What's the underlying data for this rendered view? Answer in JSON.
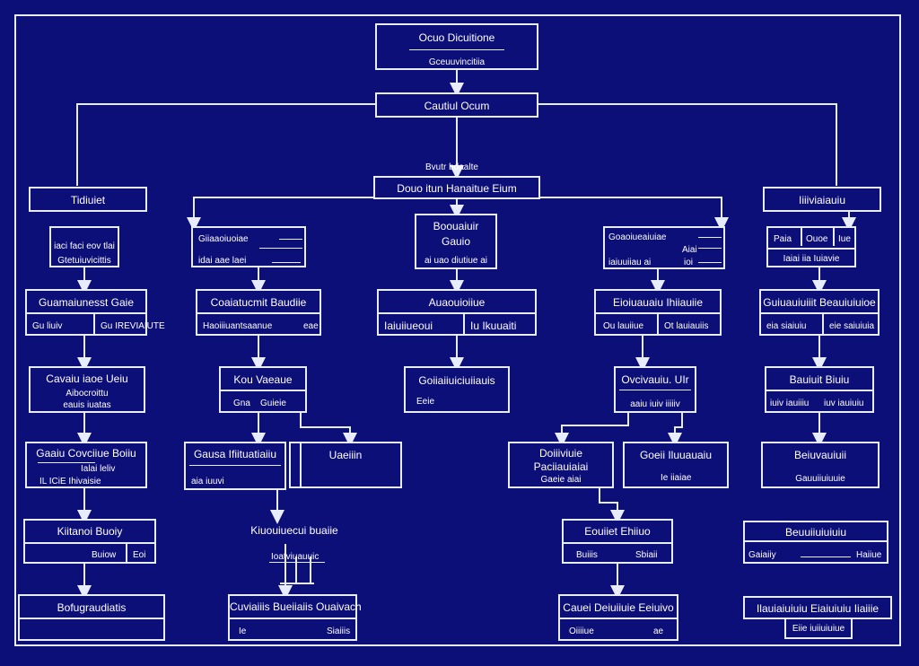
{
  "colors": {
    "background": "#0d0f78",
    "line": "#e8ecff"
  },
  "top": {
    "title": "Ocuo Dicuitione",
    "subtitle": "Gceuuvincitiia"
  },
  "central": {
    "label": "Cautiul Ocum"
  },
  "hub": {
    "small_label": "Bvutr bdaalte",
    "label": "Douo itun Hanaitue Eium"
  },
  "col1": {
    "head": "Tidiuiet",
    "a": {
      "l1": "iaci faci eov tlai",
      "l2": "Gtetuiuvicittis"
    },
    "b": {
      "title": "Guamaiunesst Gaie",
      "left": "Gu liuiv",
      "right": "Gu IREVIAIUTE"
    },
    "c": {
      "title": "Cavaiu iaoe Ueiu",
      "l2": "Aibocroittu",
      "l3": "eauis iuatas"
    },
    "d": {
      "title": "Gaaiu Covciiue Boiiu",
      "l2": "Ialai leliv",
      "l3": "IL ICiE Ihivaisie"
    },
    "e": {
      "title": "Kiitanoi Buoiy",
      "left": "Buiow",
      "right": "Eoi"
    },
    "f": {
      "title": "Bofugraudiatis"
    }
  },
  "col2": {
    "a": {
      "l1": "Giiaaoiuoiae",
      "l2": "idai aae laei"
    },
    "b": {
      "title": "Coaiatucmit Baudiie",
      "left": "Haoiiiuantsaanue",
      "right": "eae"
    },
    "c": {
      "title": "Kou Vaeaue",
      "left": "Gna",
      "right": "Guieie"
    },
    "d": {
      "title": "Gausa Ifiituatiaiiu",
      "l2": "aia iuuvi"
    },
    "e": {
      "title": "Uaeiiin"
    },
    "f": {
      "title": "Kiuouiuecui buaiie",
      "l2": "Ioatviuauuic"
    },
    "g": {
      "title": "Cuviaiiis Bueiiaiis Ouaivach",
      "left": "Ie",
      "right": "Siaiiis"
    }
  },
  "col3": {
    "a": {
      "l1": "Boouaiuir",
      "l2": "Gauio",
      "l3": "ai uao diutiue ai"
    },
    "b": {
      "title": "Auaouioiiue",
      "left": "Iaiuiiueoui",
      "right": "Iu Ikuuaiti"
    },
    "c": {
      "title": "Goiiaiiuiciuiiauis",
      "l2": "Eeie"
    }
  },
  "col4": {
    "a": {
      "l1": "Goaoiueaiuiae",
      "l2": "iaiuuiiau ai",
      "r1": "Aiai",
      "r2": "ioi"
    },
    "b": {
      "title": "Eioiuauaiu Ihiiauiie",
      "left": "Ou lauiiue",
      "right": "Ot lauiauiis"
    },
    "c": {
      "title": "Ovcivauiu. UIr",
      "l2": "aaiu iuiv iiiiiv"
    },
    "d": {
      "title": "Doiiiviuie",
      "l2": "Paciiauiaiai",
      "l3": "Gaeie aiai"
    },
    "e": {
      "title": "Goeii Iluuauaiu",
      "l2": "Ie iiaiae"
    },
    "f": {
      "title": "Eouiiet Ehiiuo",
      "left": "Buiiis",
      "right": "Sbiaii"
    },
    "g": {
      "title": "Cauei Deiuiiuie Eeiuivo",
      "left": "Oiiiiue",
      "right": "ae"
    }
  },
  "col5": {
    "head": "Iiiiviaiauiu",
    "a": {
      "c1": "Paia",
      "c2": "Ouoe",
      "c3": "Iue",
      "l2": "Iaiai iia Iuiavie"
    },
    "b": {
      "title": "Guiuauiuiiit Beauiuiuioe",
      "left": "eia siaiuiu",
      "right": "eie saiuiuia"
    },
    "c": {
      "title": "Bauiuit Biuiu",
      "left": "iuiv iauiiiu",
      "right": "iuv iauiuiu"
    },
    "d": {
      "title": "Beiuvauiuii",
      "l2": "Gauuiiuiuuie"
    },
    "e": {
      "title": "Beuuiiuiuiuiu",
      "left": "Gaiaiiy",
      "right": "Haiiue"
    },
    "f": {
      "title": "Ilauiaiuiuiu Eiaiuiuiu Iiaiiie",
      "l2": "Eiie iuiiuiuiue"
    }
  }
}
